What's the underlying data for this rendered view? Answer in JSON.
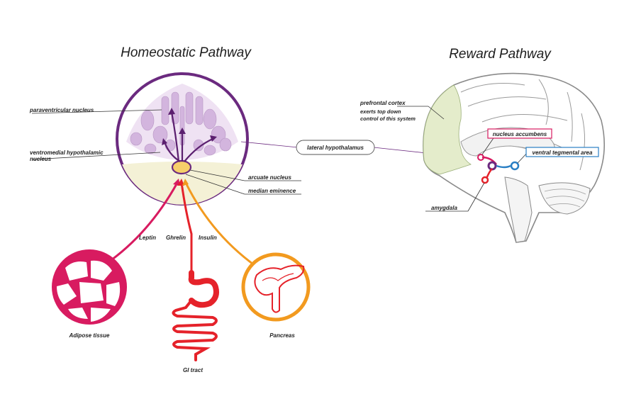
{
  "titles": {
    "homeostatic": "Homeostatic Pathway",
    "reward": "Reward Pathway"
  },
  "hypothalamus_labels": {
    "paraventricular": "paraventricular nucleus",
    "ventromedial_line1": "ventromedial hypothalamic",
    "ventromedial_line2": "nucleus",
    "arcuate": "arcuate nucleus",
    "median_eminence": "median eminence",
    "lateral": "lateral hypothalamus"
  },
  "hormones": {
    "leptin": "Leptin",
    "ghrelin": "Ghrelin",
    "insulin": "Insulin"
  },
  "organs": {
    "adipose": "Adipose tissue",
    "gi": "GI tract",
    "pancreas": "Pancreas"
  },
  "reward_labels": {
    "prefrontal": "prefrontal cortex",
    "exerts_line1": "exerts top down",
    "exerts_line2": "control of this system",
    "nucleus_accumbens": "nucleus accumbens",
    "vta": "ventral tegmental area",
    "amygdala": "amygdala"
  },
  "colors": {
    "purple": "#6b2a7f",
    "light_purple": "#c9a6d4",
    "leptin_pink": "#d81b60",
    "ghrelin_red": "#e5222a",
    "insulin_orange": "#f29a1f",
    "vta_blue": "#2a7fc4",
    "prefrontal_green": "#e4eccb"
  }
}
